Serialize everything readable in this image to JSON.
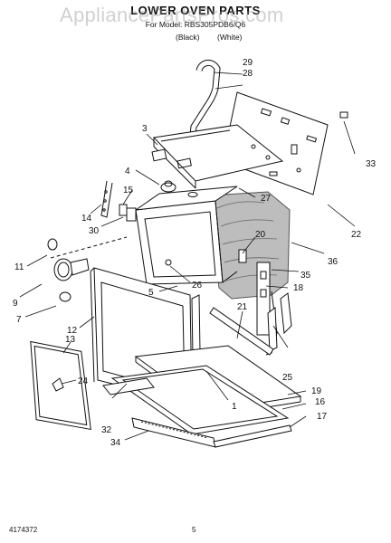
{
  "header": {
    "title": "LOWER OVEN PARTS",
    "models": "For Model: RBS305PDB6/Q6",
    "black": "(Black)",
    "white": "(White)"
  },
  "watermark": "AppliancePartsPros.com",
  "footer": {
    "doc_number": "4174372",
    "page_number": "5"
  },
  "callouts": [
    "29",
    "28",
    "3",
    "33",
    "4",
    "15",
    "27",
    "14",
    "30",
    "22",
    "20",
    "11",
    "36",
    "26",
    "35",
    "18",
    "9",
    "5",
    "7",
    "21",
    "12",
    "13",
    "25",
    "1",
    "24",
    "19",
    "16",
    "32",
    "17",
    "34"
  ],
  "colors": {
    "ink": "#111111",
    "insulation": "#888888",
    "watermark": "#999999"
  }
}
